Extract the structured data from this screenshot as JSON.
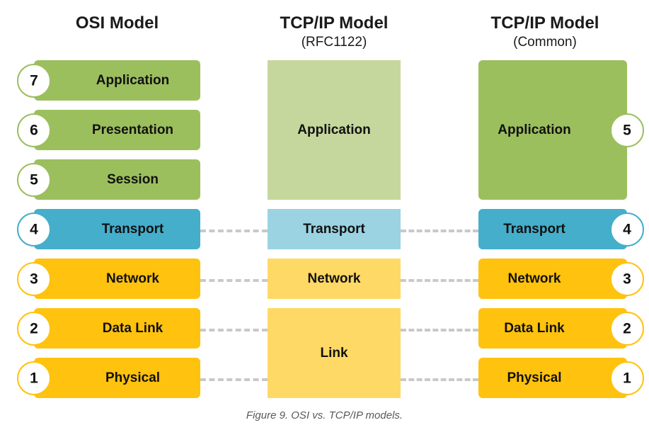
{
  "figure": {
    "caption": "Figure 9. OSI vs. TCP/IP models."
  },
  "colors": {
    "green": "#9cbf5e",
    "green_light": "#c6d79d",
    "blue": "#45aecb",
    "blue_light": "#9bd3e3",
    "yellow": "#ffc20e",
    "yellow_light": "#ffd966",
    "dash": "#c9c9c9",
    "text": "#111111",
    "caption": "#595959",
    "badge_fill": "#ffffff"
  },
  "columns": [
    {
      "id": "osi",
      "title": "OSI Model",
      "subtitle": "",
      "badge_side": "left",
      "layers": [
        {
          "number": "7",
          "label": "Application",
          "color": "#9cbf5e",
          "span": 1
        },
        {
          "number": "6",
          "label": "Presentation",
          "color": "#9cbf5e",
          "span": 1
        },
        {
          "number": "5",
          "label": "Session",
          "color": "#9cbf5e",
          "span": 1
        },
        {
          "number": "4",
          "label": "Transport",
          "color": "#45aecb",
          "span": 1
        },
        {
          "number": "3",
          "label": "Network",
          "color": "#ffc20e",
          "span": 1
        },
        {
          "number": "2",
          "label": "Data Link",
          "color": "#ffc20e",
          "span": 1
        },
        {
          "number": "1",
          "label": "Physical",
          "color": "#ffc20e",
          "span": 1
        }
      ]
    },
    {
      "id": "tcpip-rfc1122",
      "title": "TCP/IP Model",
      "subtitle": "(RFC1122)",
      "badge_side": "none",
      "layers": [
        {
          "number": "",
          "label": "Application",
          "color": "#c6d79d",
          "span": 3
        },
        {
          "number": "",
          "label": "Transport",
          "color": "#9bd3e3",
          "span": 1
        },
        {
          "number": "",
          "label": "Network",
          "color": "#ffd966",
          "span": 1
        },
        {
          "number": "",
          "label": "Link",
          "color": "#ffd966",
          "span": 2
        }
      ]
    },
    {
      "id": "tcpip-common",
      "title": "TCP/IP Model",
      "subtitle": "(Common)",
      "badge_side": "right",
      "layers": [
        {
          "number": "5",
          "label": "Application",
          "color": "#9cbf5e",
          "span": 3
        },
        {
          "number": "4",
          "label": "Transport",
          "color": "#45aecb",
          "span": 1
        },
        {
          "number": "3",
          "label": "Network",
          "color": "#ffc20e",
          "span": 1
        },
        {
          "number": "2",
          "label": "Data Link",
          "color": "#ffc20e",
          "span": 1
        },
        {
          "number": "1",
          "label": "Physical",
          "color": "#ffc20e",
          "span": 1
        }
      ]
    }
  ],
  "connectors": [
    {
      "row": "transport",
      "left_to_mid": true,
      "mid_to_right": true
    },
    {
      "row": "network",
      "left_to_mid": true,
      "mid_to_right": true
    },
    {
      "row": "data-link",
      "left_to_mid": true,
      "mid_to_right": true
    },
    {
      "row": "physical",
      "left_to_mid": true,
      "mid_to_right": true
    }
  ]
}
